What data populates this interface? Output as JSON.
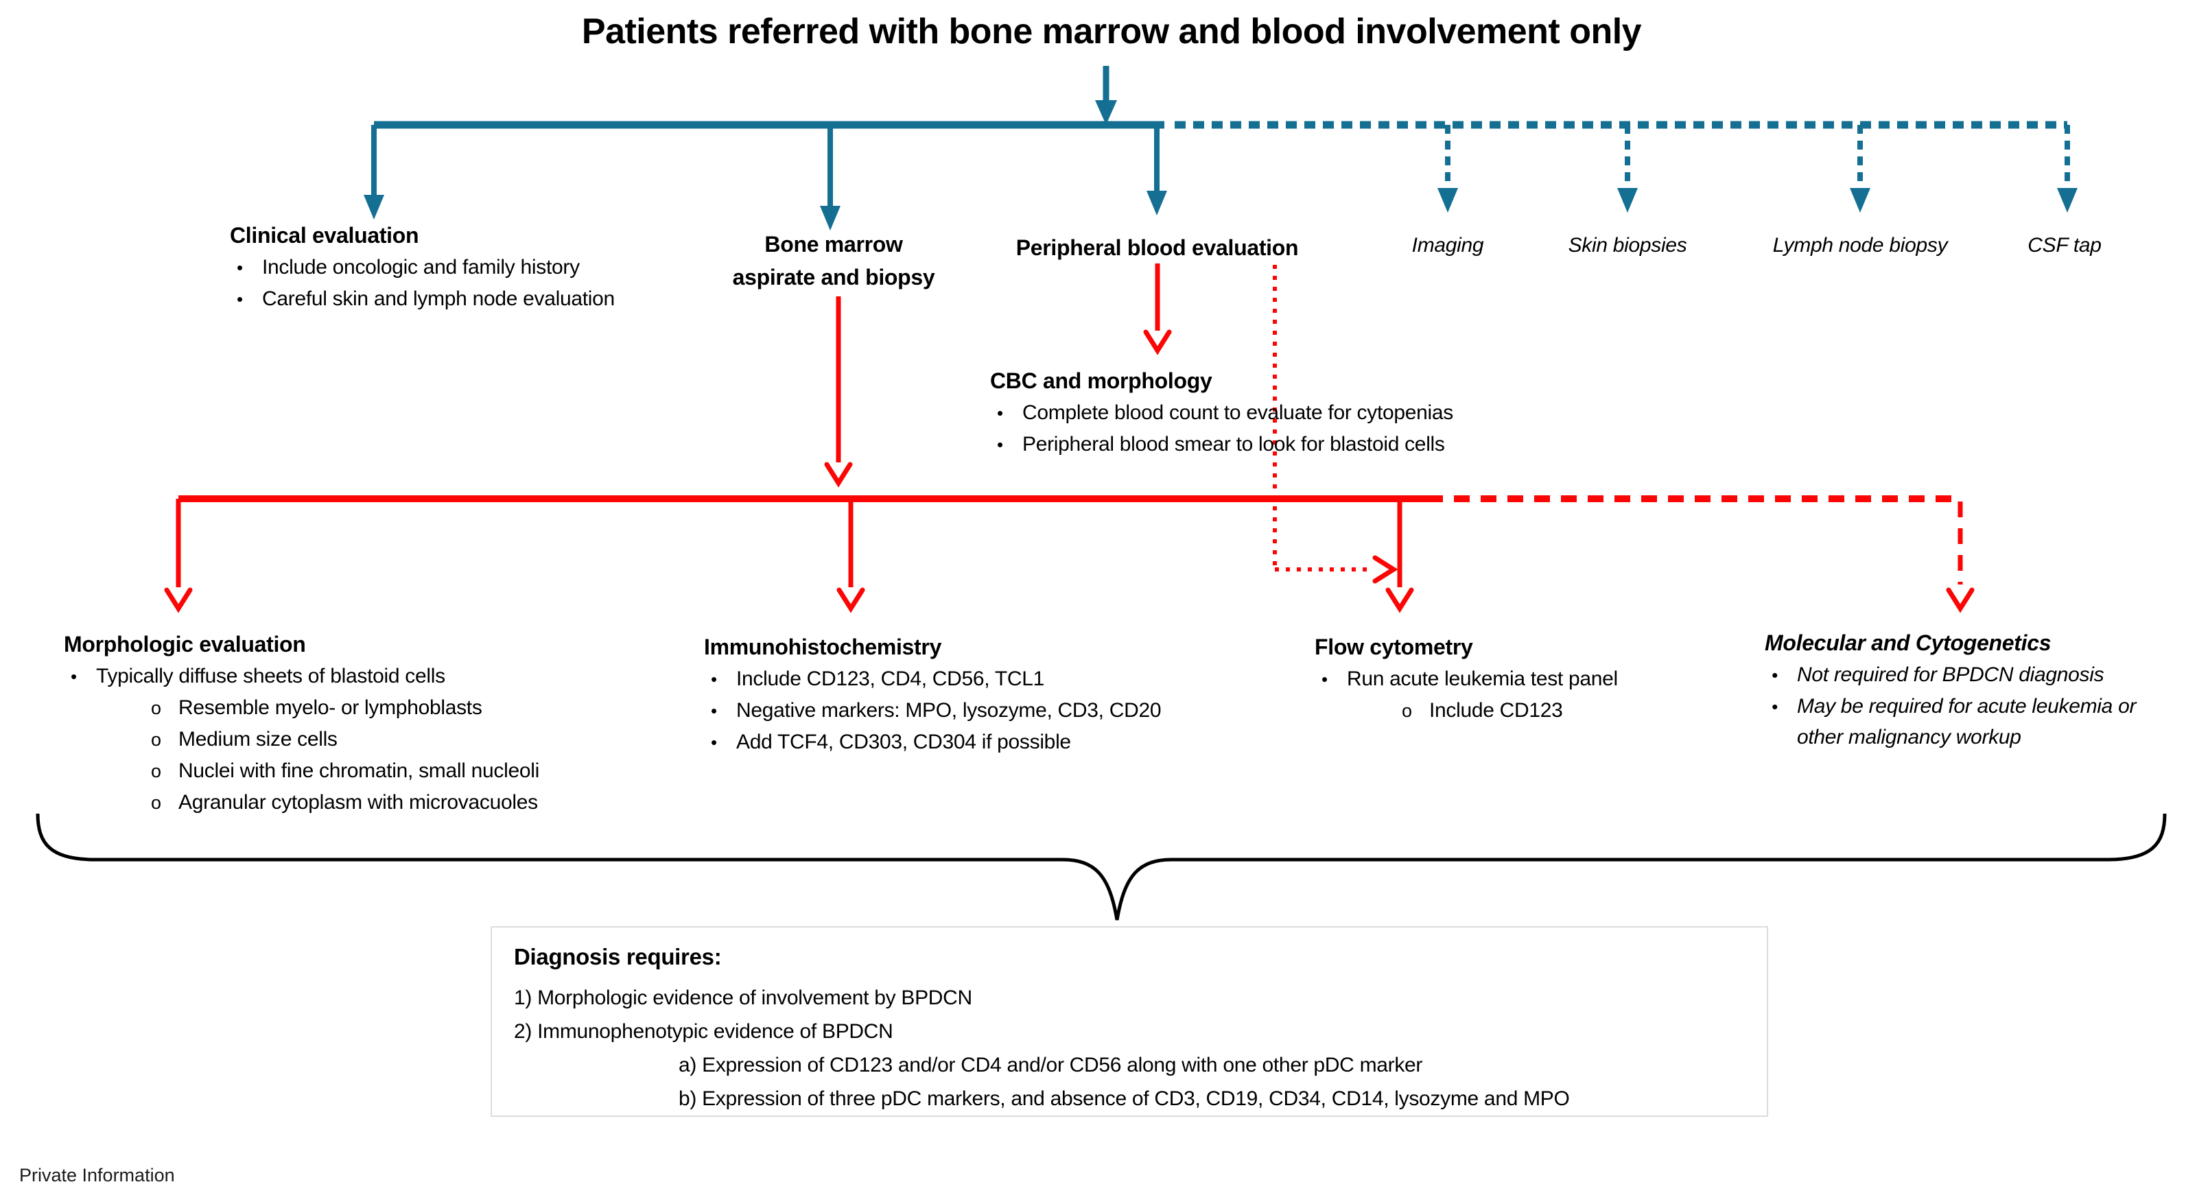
{
  "colors": {
    "teal": "#146F93",
    "red": "#FB0505",
    "brace": "#000000",
    "boxborder": "#DCDCDC"
  },
  "title": "Patients referred with bone marrow and blood involvement only",
  "branches": {
    "clinical": {
      "heading": "Clinical evaluation",
      "bullets": [
        "Include oncologic and family history",
        "Careful skin and lymph node evaluation"
      ]
    },
    "bone_marrow": {
      "line1": "Bone marrow",
      "line2": "aspirate and biopsy"
    },
    "peripheral": {
      "heading": "Peripheral blood evaluation"
    },
    "imaging": {
      "label": "Imaging"
    },
    "skin_biopsies": {
      "label": "Skin biopsies"
    },
    "lymph_node_biopsy": {
      "label": "Lymph node biopsy"
    },
    "csf_tap": {
      "label": "CSF tap"
    }
  },
  "cbc": {
    "heading": "CBC and morphology",
    "bullets": [
      "Complete blood count to evaluate for cytopenias",
      "Peripheral blood smear to look for blastoid cells"
    ]
  },
  "workup": {
    "morphologic": {
      "heading": "Morphologic evaluation",
      "bullet": "Typically diffuse sheets of blastoid cells",
      "sub_bullets": [
        "Resemble myelo- or lymphoblasts",
        "Medium size cells",
        "Nuclei with fine chromatin, small nucleoli",
        "Agranular cytoplasm with microvacuoles"
      ]
    },
    "immunohistochemistry": {
      "heading": "Immunohistochemistry",
      "bullets": [
        "Include CD123, CD4, CD56, TCL1",
        "Negative markers: MPO, lysozyme, CD3, CD20",
        "Add TCF4, CD303, CD304 if possible"
      ]
    },
    "flow_cytometry": {
      "heading": "Flow cytometry",
      "bullet": "Run acute leukemia test panel",
      "sub_bullet": "Include CD123"
    },
    "molecular": {
      "heading": "Molecular and Cytogenetics",
      "bullets": [
        "Not required for BPDCN diagnosis",
        "May be required for acute leukemia or other malignancy workup"
      ]
    }
  },
  "diagnosis": {
    "heading": "Diagnosis requires:",
    "lines": [
      "1) Morphologic evidence of involvement by BPDCN",
      "2) Immunophenotypic evidence of BPDCN"
    ],
    "sub_lines": [
      "a) Expression of CD123 and/or CD4 and/or CD56 along with one other pDC marker",
      "b) Expression of three pDC markers, and absence of CD3, CD19, CD34, CD14, lysozyme and MPO"
    ]
  },
  "footer": {
    "label": "Private Information"
  }
}
